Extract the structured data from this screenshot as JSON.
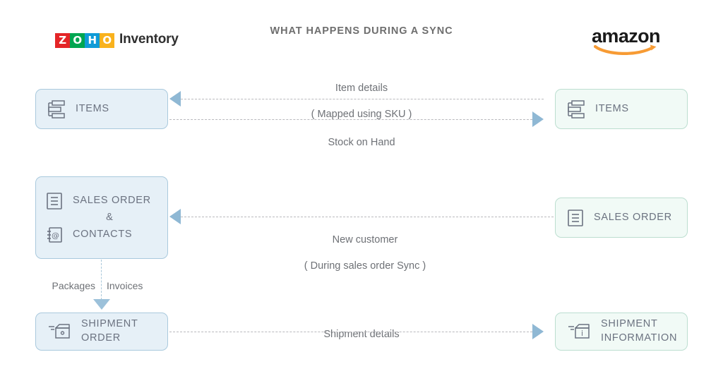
{
  "header": {
    "title": "WHAT HAPPENS DURING A SYNC",
    "zoho": {
      "letters": [
        "Z",
        "O",
        "H",
        "O"
      ],
      "word": "Inventory",
      "colors": {
        "z": "#e42527",
        "o1": "#00a651",
        "h": "#0f9bd7",
        "o2": "#f9b21d",
        "word": "#2f2f2f"
      }
    },
    "amazon": {
      "word": "amazon",
      "text_color": "#1a1a1a",
      "smile_color": "#f79b34"
    }
  },
  "colors": {
    "left_fill": "#e6f0f7",
    "left_border": "#a9c9dd",
    "right_fill": "#f1faf6",
    "right_border": "#bcded0",
    "arrow": "#8fb8d4",
    "dash_blue": "#9fc2d8",
    "dash_grey": "#b9b9bd",
    "text": "#6b7280",
    "background": "#ffffff"
  },
  "nodes": {
    "items_left": {
      "label": "ITEMS",
      "icon": "items-list-icon",
      "side": "zoho"
    },
    "items_right": {
      "label": "ITEMS",
      "icon": "items-list-icon",
      "side": "amazon"
    },
    "sales_left": {
      "label_order": "SALES ORDER",
      "amp": "&",
      "label_contacts": "CONTACTS",
      "icon_order": "sales-order-document-icon",
      "icon_contacts": "contacts-address-book-icon",
      "side": "zoho"
    },
    "sales_right": {
      "label": "SALES ORDER",
      "icon": "sales-order-document-icon",
      "side": "amazon"
    },
    "shipment_left": {
      "label": "SHIPMENT\nORDER",
      "icon": "shipment-box-icon",
      "side": "zoho"
    },
    "shipment_right": {
      "label": "SHIPMENT\nINFORMATION",
      "icon": "shipment-info-box-icon",
      "side": "amazon"
    }
  },
  "edges": {
    "item_details": {
      "line1": "Item details",
      "line2": "( Mapped using SKU )",
      "direction": "right-to-left"
    },
    "stock_on_hand": {
      "line1": "Stock on Hand",
      "direction": "left-to-right"
    },
    "new_customer": {
      "line1": "New customer",
      "line2": "( During sales order Sync )",
      "direction": "right-to-left"
    },
    "shipment_details": {
      "line1": "Shipment details",
      "direction": "left-to-right"
    },
    "internal_vertical": {
      "label_left": "Packages",
      "label_right": "Invoices",
      "direction": "top-to-bottom"
    }
  }
}
